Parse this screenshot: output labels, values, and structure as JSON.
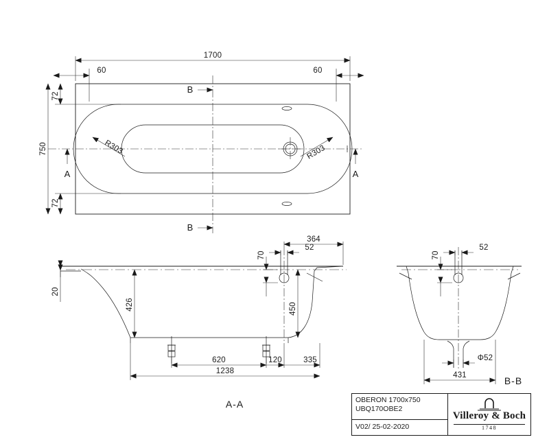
{
  "drawing": {
    "product_name": "OBERON 1700x750",
    "article_code": "UBQ170OBE2",
    "revision": "V02/ 25-02-2020",
    "brand": "Villeroy & Boch",
    "brand_year": "1748"
  },
  "views": {
    "top": {
      "dim_overall_length": "1700",
      "dim_overall_width": "750",
      "dim_offset_left": "60",
      "dim_offset_right": "60",
      "dim_inset_top": "72",
      "dim_inset_bottom": "72",
      "radius_left": "R303",
      "radius_right": "R303",
      "section_marker_top": "B",
      "section_marker_bottom": "B",
      "section_marker_right_upper": "A",
      "section_marker_right_lower": "A"
    },
    "section_aa": {
      "label": "A-A",
      "dim_rim_thickness": "20",
      "dim_back_height": "426",
      "dim_drain_depth": "450",
      "dim_overflow_offset": "70",
      "dim_overflow_width": "52",
      "dim_drain_from_right": "364",
      "dim_leg_spacing": "620",
      "dim_leg_to_drain": "120",
      "dim_drain_to_end": "335",
      "dim_total_leg_span": "1238"
    },
    "section_bb": {
      "label": "B-B",
      "dim_overflow_offset": "70",
      "dim_overflow_width": "52",
      "dim_drain_diameter": "Φ52",
      "dim_base_width": "431"
    }
  },
  "colors": {
    "line": "#1a1a1a",
    "background": "#ffffff"
  }
}
